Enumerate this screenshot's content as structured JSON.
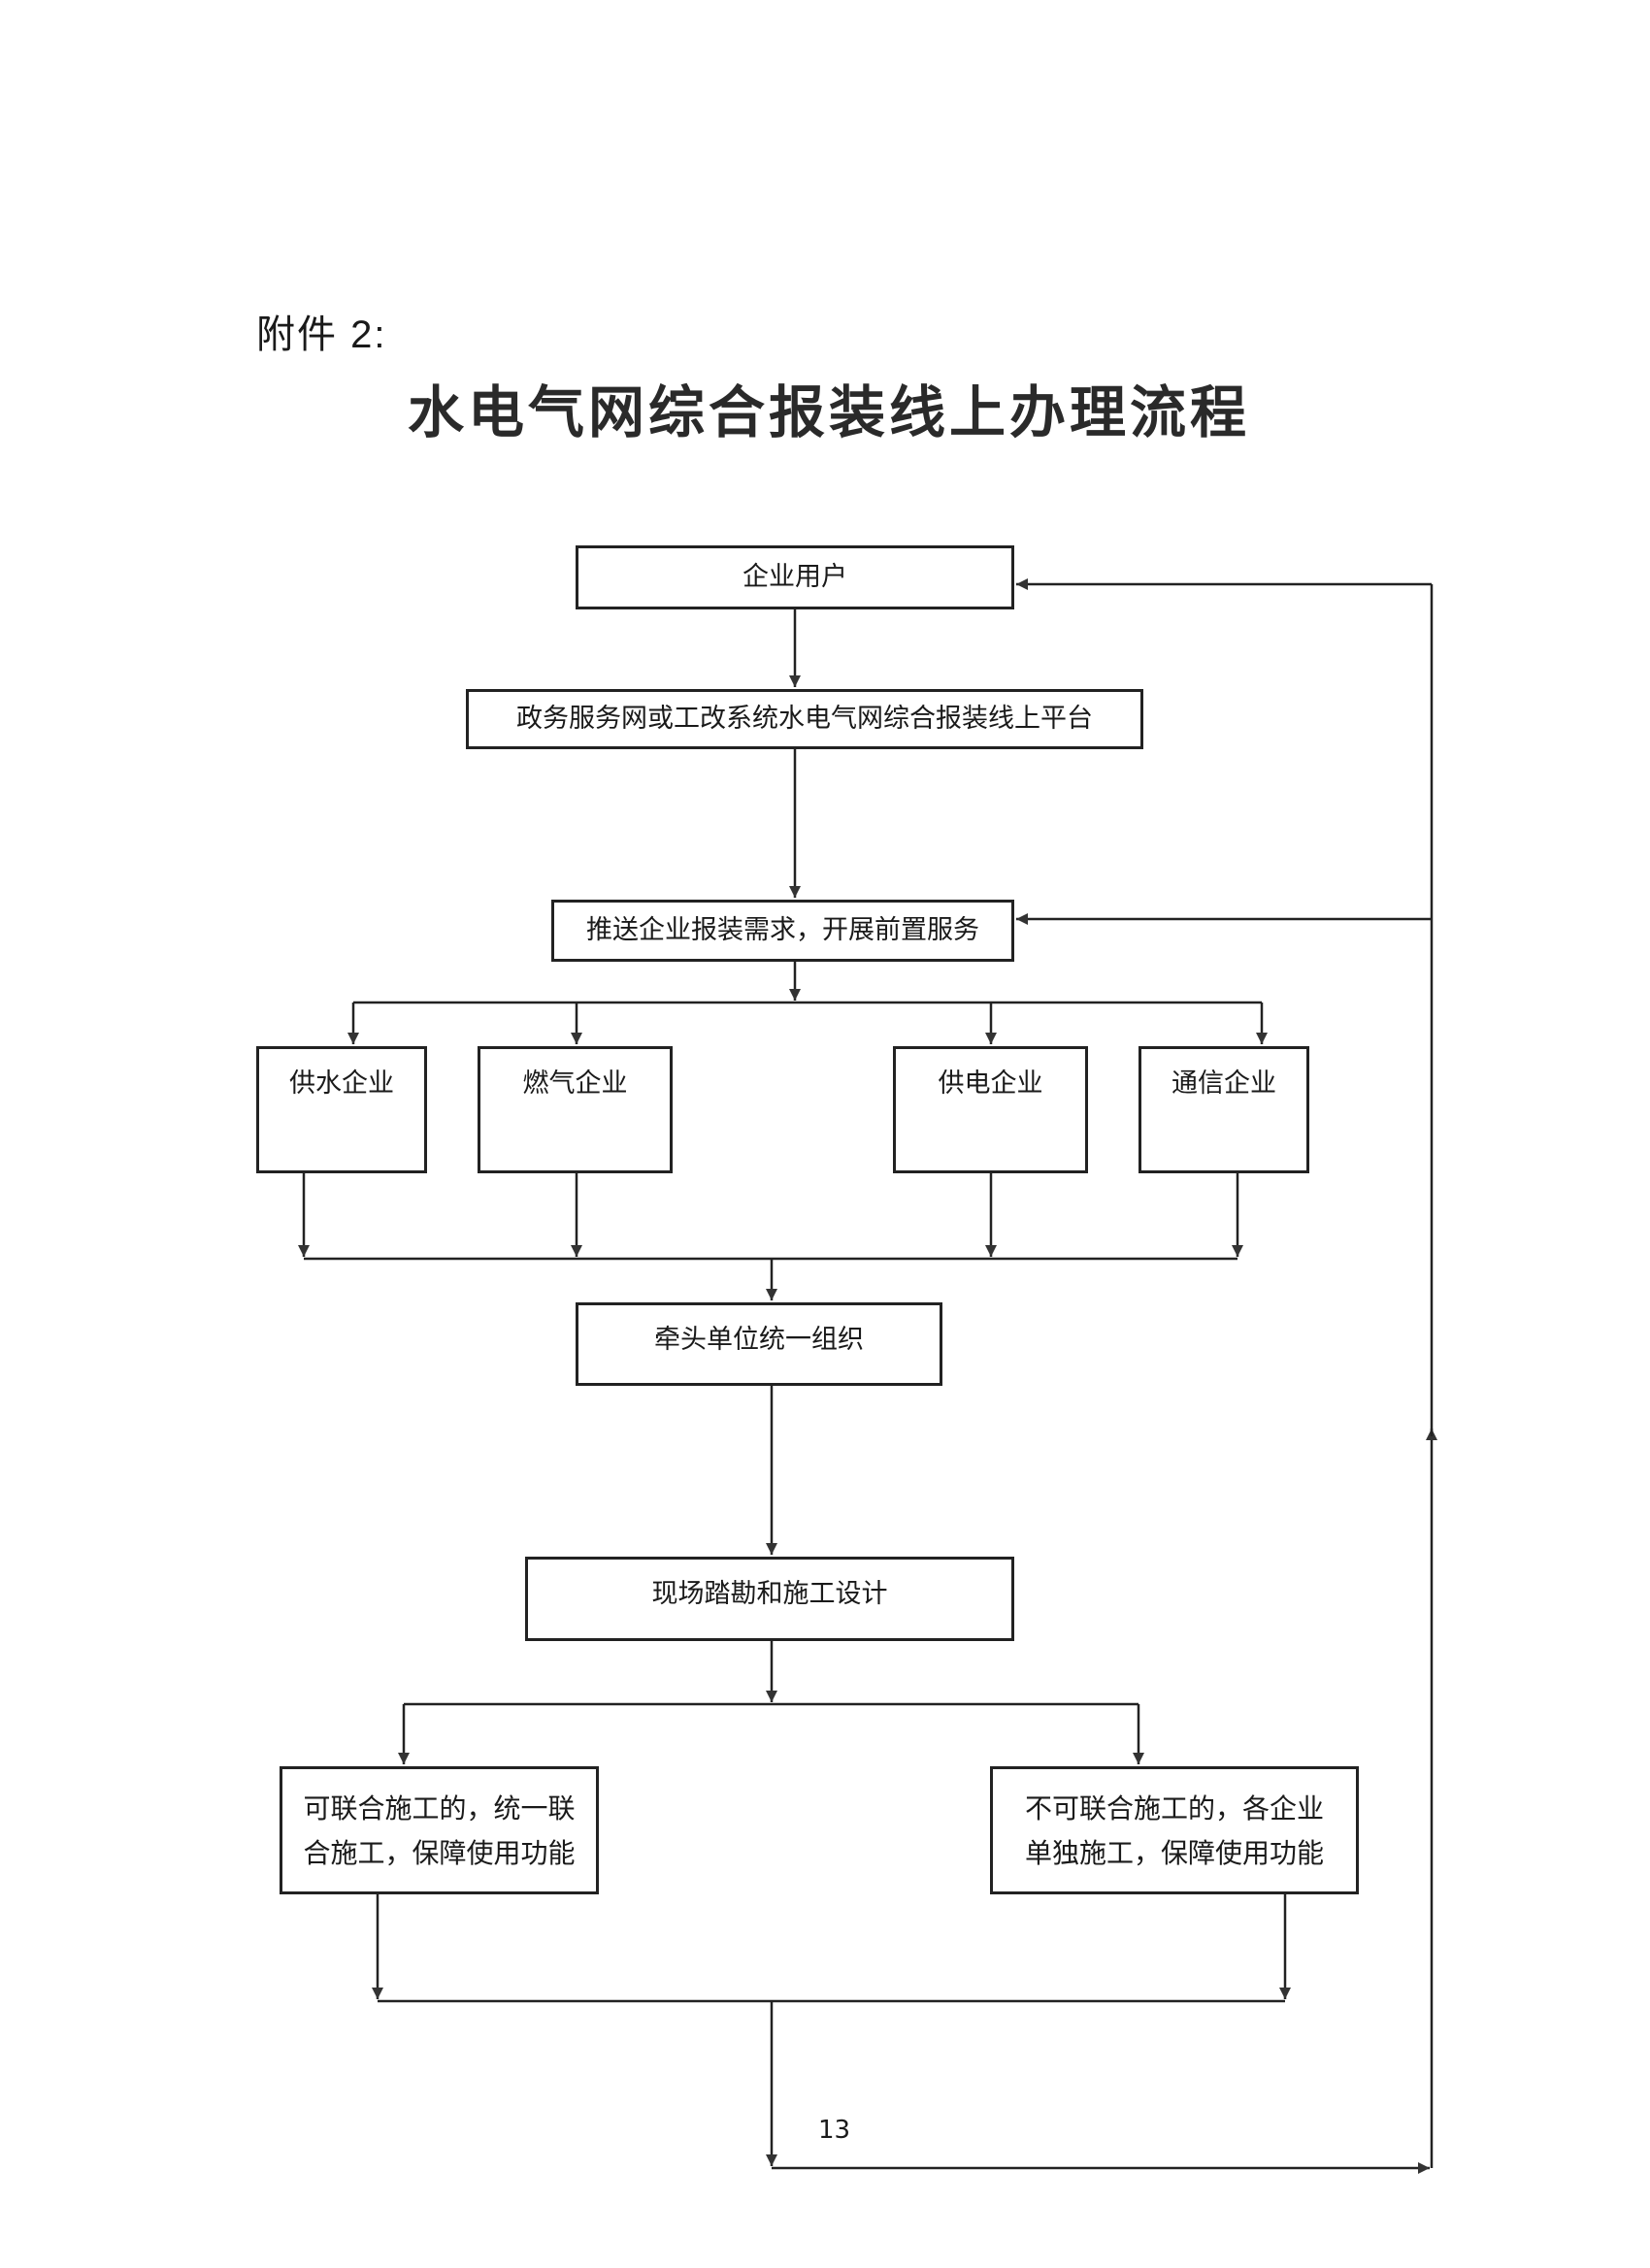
{
  "header": {
    "attachment_label": "附件 2:",
    "title": "水电气网综合报装线上办理流程"
  },
  "flow": {
    "nodes": {
      "enterprise_user": "企业用户",
      "online_platform": "政务服务网或工改系统水电气网综合报装线上平台",
      "push_demand": "推送企业报装需求，开展前置服务",
      "water_supplier": "供水企业",
      "gas_supplier": "燃气企业",
      "power_supplier": "供电企业",
      "telecom_supplier": "通信企业",
      "lead_unit": "牵头单位统一组织",
      "site_survey": "现场踏勘和施工设计",
      "joint_construction": "可联合施工的，统一联合施工，保障使用功能",
      "separate_construction": "不可联合施工的，各企业单独施工，保障使用功能"
    },
    "edges": [
      [
        "enterprise_user",
        "online_platform"
      ],
      [
        "online_platform",
        "push_demand"
      ],
      [
        "push_demand",
        "water_supplier"
      ],
      [
        "push_demand",
        "gas_supplier"
      ],
      [
        "push_demand",
        "power_supplier"
      ],
      [
        "push_demand",
        "telecom_supplier"
      ],
      [
        "water_supplier",
        "lead_unit"
      ],
      [
        "gas_supplier",
        "lead_unit"
      ],
      [
        "power_supplier",
        "lead_unit"
      ],
      [
        "telecom_supplier",
        "lead_unit"
      ],
      [
        "lead_unit",
        "site_survey"
      ],
      [
        "site_survey",
        "joint_construction"
      ],
      [
        "site_survey",
        "separate_construction"
      ],
      [
        "joint_construction",
        "feedback"
      ],
      [
        "separate_construction",
        "feedback"
      ],
      [
        "feedback",
        "push_demand"
      ],
      [
        "feedback",
        "enterprise_user"
      ]
    ]
  },
  "footer": {
    "page_number": "13"
  }
}
